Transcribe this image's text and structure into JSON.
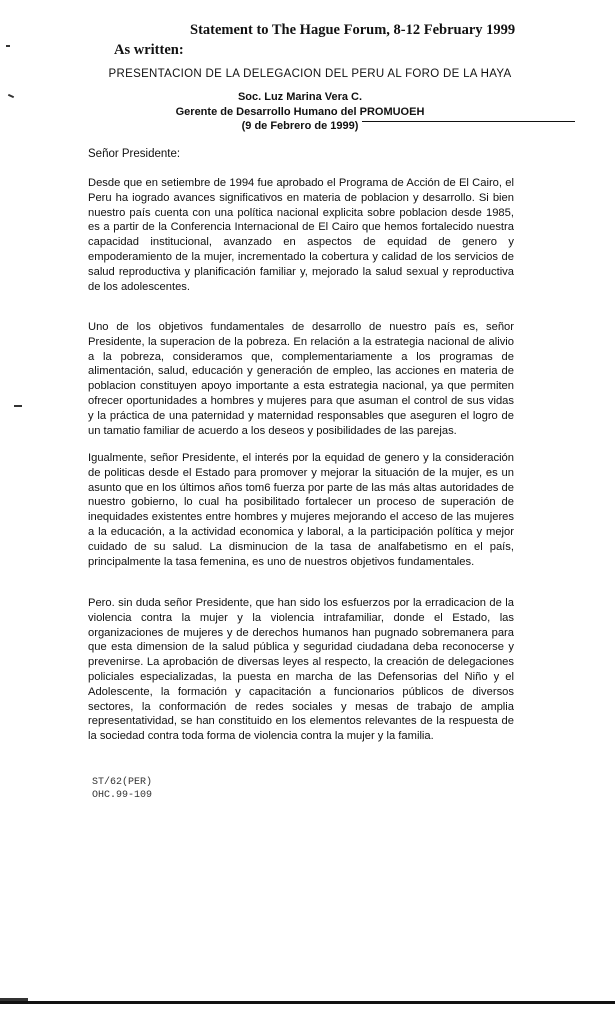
{
  "header": {
    "statement": "Statement to The Hague Forum, 8-12 February 1999",
    "as_written": "As written:"
  },
  "title": "PRESENTACION DE LA DELEGACION DEL PERU AL FORO DE LA HAYA",
  "signatory": {
    "name": "Soc. Luz Marina Vera C.",
    "position": "Gerente de Desarrollo Humano del PROMUOEH",
    "date": "(9 de Febrero de 1999)"
  },
  "salutation": "Señor Presidente:",
  "paragraphs": [
    "Desde que en setiembre de 1994 fue aprobado el Programa de Acción de El Cairo, el Peru ha iogrado avances significativos en materia de poblacion y desarrollo. Si bien nuestro país cuenta con una política nacional explicita sobre poblacion desde 1985, es a partir de la Conferencia Internacional de El Cairo que hemos fortalecido nuestra capacidad institucional, avanzado en aspectos de equidad de genero y empoderamiento de la mujer, incrementado la cobertura y calidad de los servicios de salud reproductiva y planificación familiar y, mejorado la salud sexual y reproductiva de los adolescentes.",
    "Uno de los objetivos fundamentales de desarrollo de nuestro país es, señor Presidente, la superacion de la pobreza.  En relación a la estrategia nacional de alivio a la pobreza, consideramos que, complementariamente a los programas de alimentación, salud, educación y generación de empleo, las acciones en materia de poblacion constituyen apoyo importante a esta estrategia  nacional, ya que permiten ofrecer oportunidades a hombres y mujeres para que asuman el control de sus vidas y la práctica de una paternidad y maternidad responsables que aseguren el logro de un tamatio familiar de acuerdo a los deseos y posibilidades de las parejas.",
    "Igualmente, señor Presidente, el interés por la equidad de genero y la consideración de politicas desde el Estado para promover y mejorar la situación de la mujer, es un asunto que en los últimos años tom6 fuerza por parte de las más altas autoridades de nuestro gobierno, lo cual ha posibilitado fortalecer un proceso de superación de inequidades existentes entre hombres y mujeres mejorando el acceso de las mujeres a la educación, a la actividad economica y laboral, a la participación política y mejor cuidado de su salud. La disminucion de la tasa de analfabetismo en el país, principalmente la tasa femenina, es uno de nuestros objetivos fundamentales.",
    "Pero. sin duda señor Presidente, que han sido los esfuerzos por la erradicacion de la violencia contra la mujer y la violencia intrafamiliar, donde el Estado, las organizaciones de mujeres y de derechos humanos han pugnado sobremanera para que esta dimension de la salud pública y seguridad ciudadana deba reconocerse y prevenirse. La aprobación de diversas leyes al respecto, la creación de delegaciones policiales especializadas, la puesta en marcha de las Defensorias del Niño y el Adolescente, la formación y capacitación a funcionarios públicos de diversos sectores, la conformación de redes sociales y mesas de trabajo de amplia representatividad, se han constituido en los elementos relevantes de la respuesta de la sociedad contra toda forma de violencia contra la mujer y la familia."
  ],
  "reference": {
    "line1": "ST/62(PER)",
    "line2": "OHC.99-109"
  }
}
